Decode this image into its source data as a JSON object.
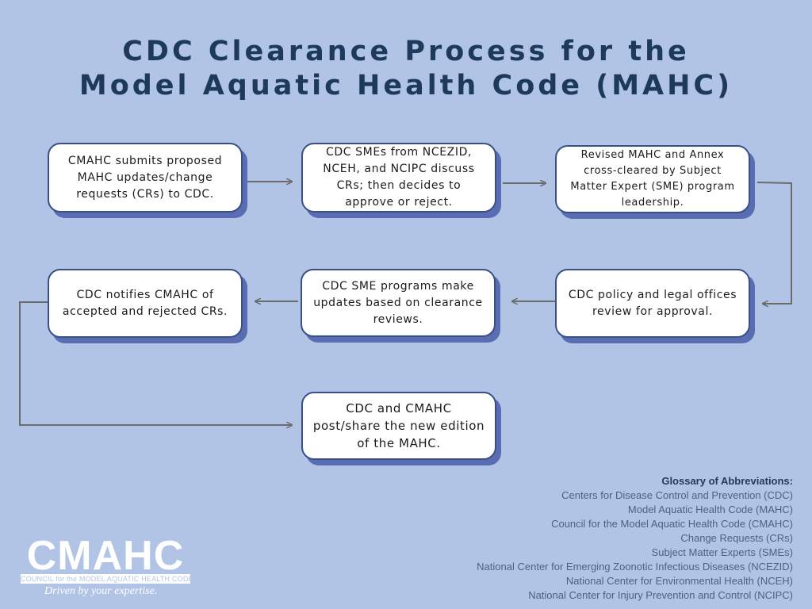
{
  "title": {
    "line1": "CDC Clearance Process for the",
    "line2": "Model Aquatic Health Code (MAHC)"
  },
  "steps": {
    "s1": "CMAHC submits proposed MAHC updates/change requests (CRs) to CDC.",
    "s2": "CDC SMEs from NCEZID, NCEH, and NCIPC discuss CRs; then decides to approve or reject.",
    "s3": "Revised MAHC and Annex cross-cleared by Subject Matter Expert (SME) program leadership.",
    "s4": "CDC policy and legal offices review for approval.",
    "s5": "CDC SME programs make updates based on clearance reviews.",
    "s6": "CDC notifies CMAHC of accepted and rejected CRs.",
    "s7": "CDC and CMAHC post/share the new edition of the MAHC."
  },
  "glossary": {
    "heading": "Glossary of Abbreviations:",
    "items": [
      "Centers for Disease Control and Prevention (CDC)",
      "Model Aquatic Health Code (MAHC)",
      "Council for the Model Aquatic Health Code (CMAHC)",
      "Change Requests (CRs)",
      "Subject Matter Experts (SMEs)",
      "National Center for Emerging Zoonotic Infectious Diseases (NCEZID)",
      "National Center for Environmental Health (NCEH)",
      "National Center for Injury Prevention and Control (NCIPC)"
    ]
  },
  "logo": {
    "wordmark": "CMAHC",
    "subtitle": "COUNCIL for the MODEL AQUATIC HEALTH CODE",
    "tagline": "Driven by your expertise."
  },
  "colors": {
    "background": "#b1c4e6",
    "title": "#1d3a5c",
    "box_border": "#3a4f86",
    "box_shadow": "#5a6db3",
    "arrow": "#6b6b6b"
  }
}
